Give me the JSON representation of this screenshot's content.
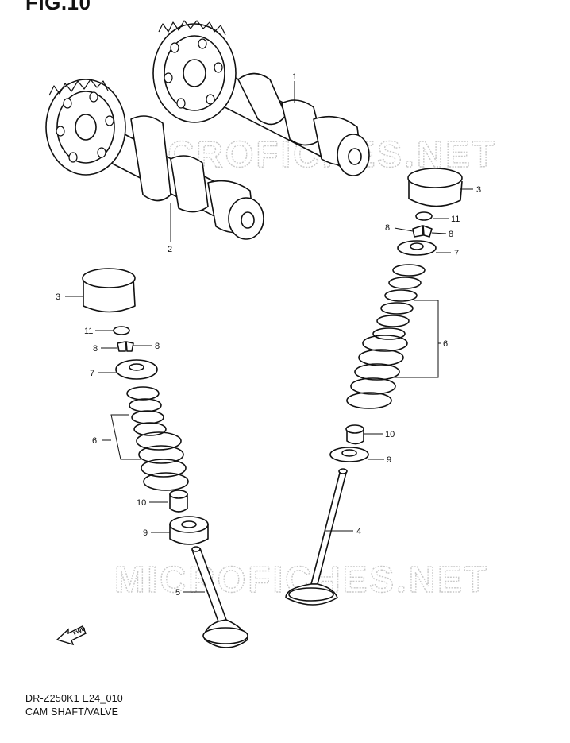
{
  "figure": {
    "title": "FIG.10",
    "model_code": "DR-Z250K1 E24_010",
    "caption": "CAM SHAFT/VALVE",
    "watermark": "MICROFICHES.NET",
    "fwd_label": "FWD"
  },
  "callouts": {
    "c1": "1",
    "c2": "2",
    "c3r": "3",
    "c11r": "11",
    "c8ra": "8",
    "c8rb": "8",
    "c7r": "7",
    "c6r": "6",
    "c10r": "10",
    "c9r": "9",
    "c4": "4",
    "c3l": "3",
    "c11l": "11",
    "c8la": "8",
    "c8lb": "8",
    "c7l": "7",
    "c6l": "6",
    "c10l": "10",
    "c9l": "9",
    "c5": "5"
  },
  "colors": {
    "line": "#111111",
    "watermark": "#c8c8c8",
    "background": "#ffffff"
  }
}
